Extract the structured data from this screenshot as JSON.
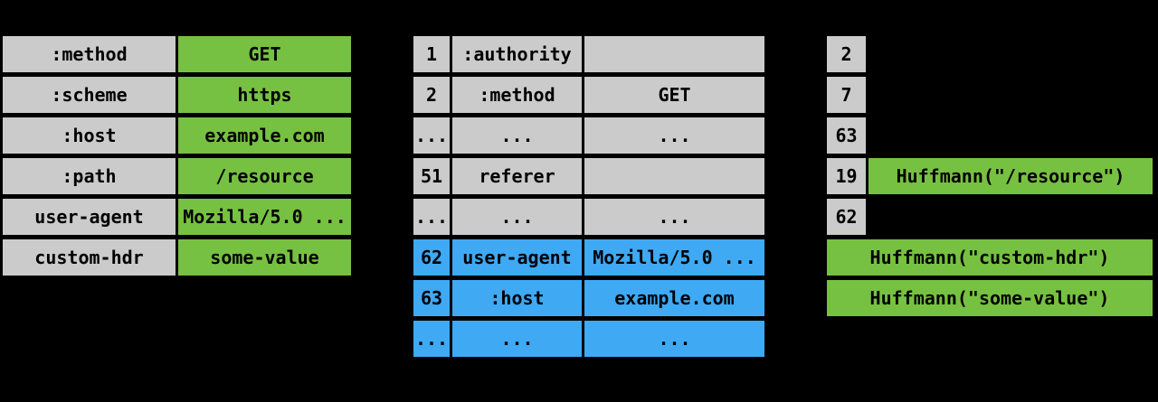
{
  "colors": {
    "background": "#000000",
    "cell_gray": "#cbcbcb",
    "cell_green": "#77c142",
    "cell_blue": "#3fa9f4",
    "cell_text": "#000000"
  },
  "request_headers": {
    "rows": [
      {
        "name": ":method",
        "value": "GET"
      },
      {
        "name": ":scheme",
        "value": "https"
      },
      {
        "name": ":host",
        "value": "example.com"
      },
      {
        "name": ":path",
        "value": "/resource"
      },
      {
        "name": "user-agent",
        "value": "Mozilla/5.0 ..."
      },
      {
        "name": "custom-hdr",
        "value": "some-value"
      }
    ]
  },
  "index_table": {
    "rows": [
      {
        "index": "1",
        "name": ":authority",
        "value": "",
        "type": "static"
      },
      {
        "index": "2",
        "name": ":method",
        "value": "GET",
        "type": "static"
      },
      {
        "index": "...",
        "name": "...",
        "value": "...",
        "type": "static"
      },
      {
        "index": "51",
        "name": "referer",
        "value": "",
        "type": "static"
      },
      {
        "index": "...",
        "name": "...",
        "value": "...",
        "type": "static"
      },
      {
        "index": "62",
        "name": "user-agent",
        "value": "Mozilla/5.0 ...",
        "type": "dynamic"
      },
      {
        "index": "63",
        "name": ":host",
        "value": "example.com",
        "type": "dynamic"
      },
      {
        "index": "...",
        "name": "...",
        "value": "...",
        "type": "dynamic"
      }
    ]
  },
  "encoded_headers": {
    "items": [
      {
        "index": "2"
      },
      {
        "index": "7"
      },
      {
        "index": "63"
      },
      {
        "index": "19",
        "literal": "Huffmann(\"/resource\")"
      },
      {
        "index": "62"
      },
      {
        "literal": "Huffmann(\"custom-hdr\")"
      },
      {
        "literal": "Huffmann(\"some-value\")"
      }
    ]
  }
}
